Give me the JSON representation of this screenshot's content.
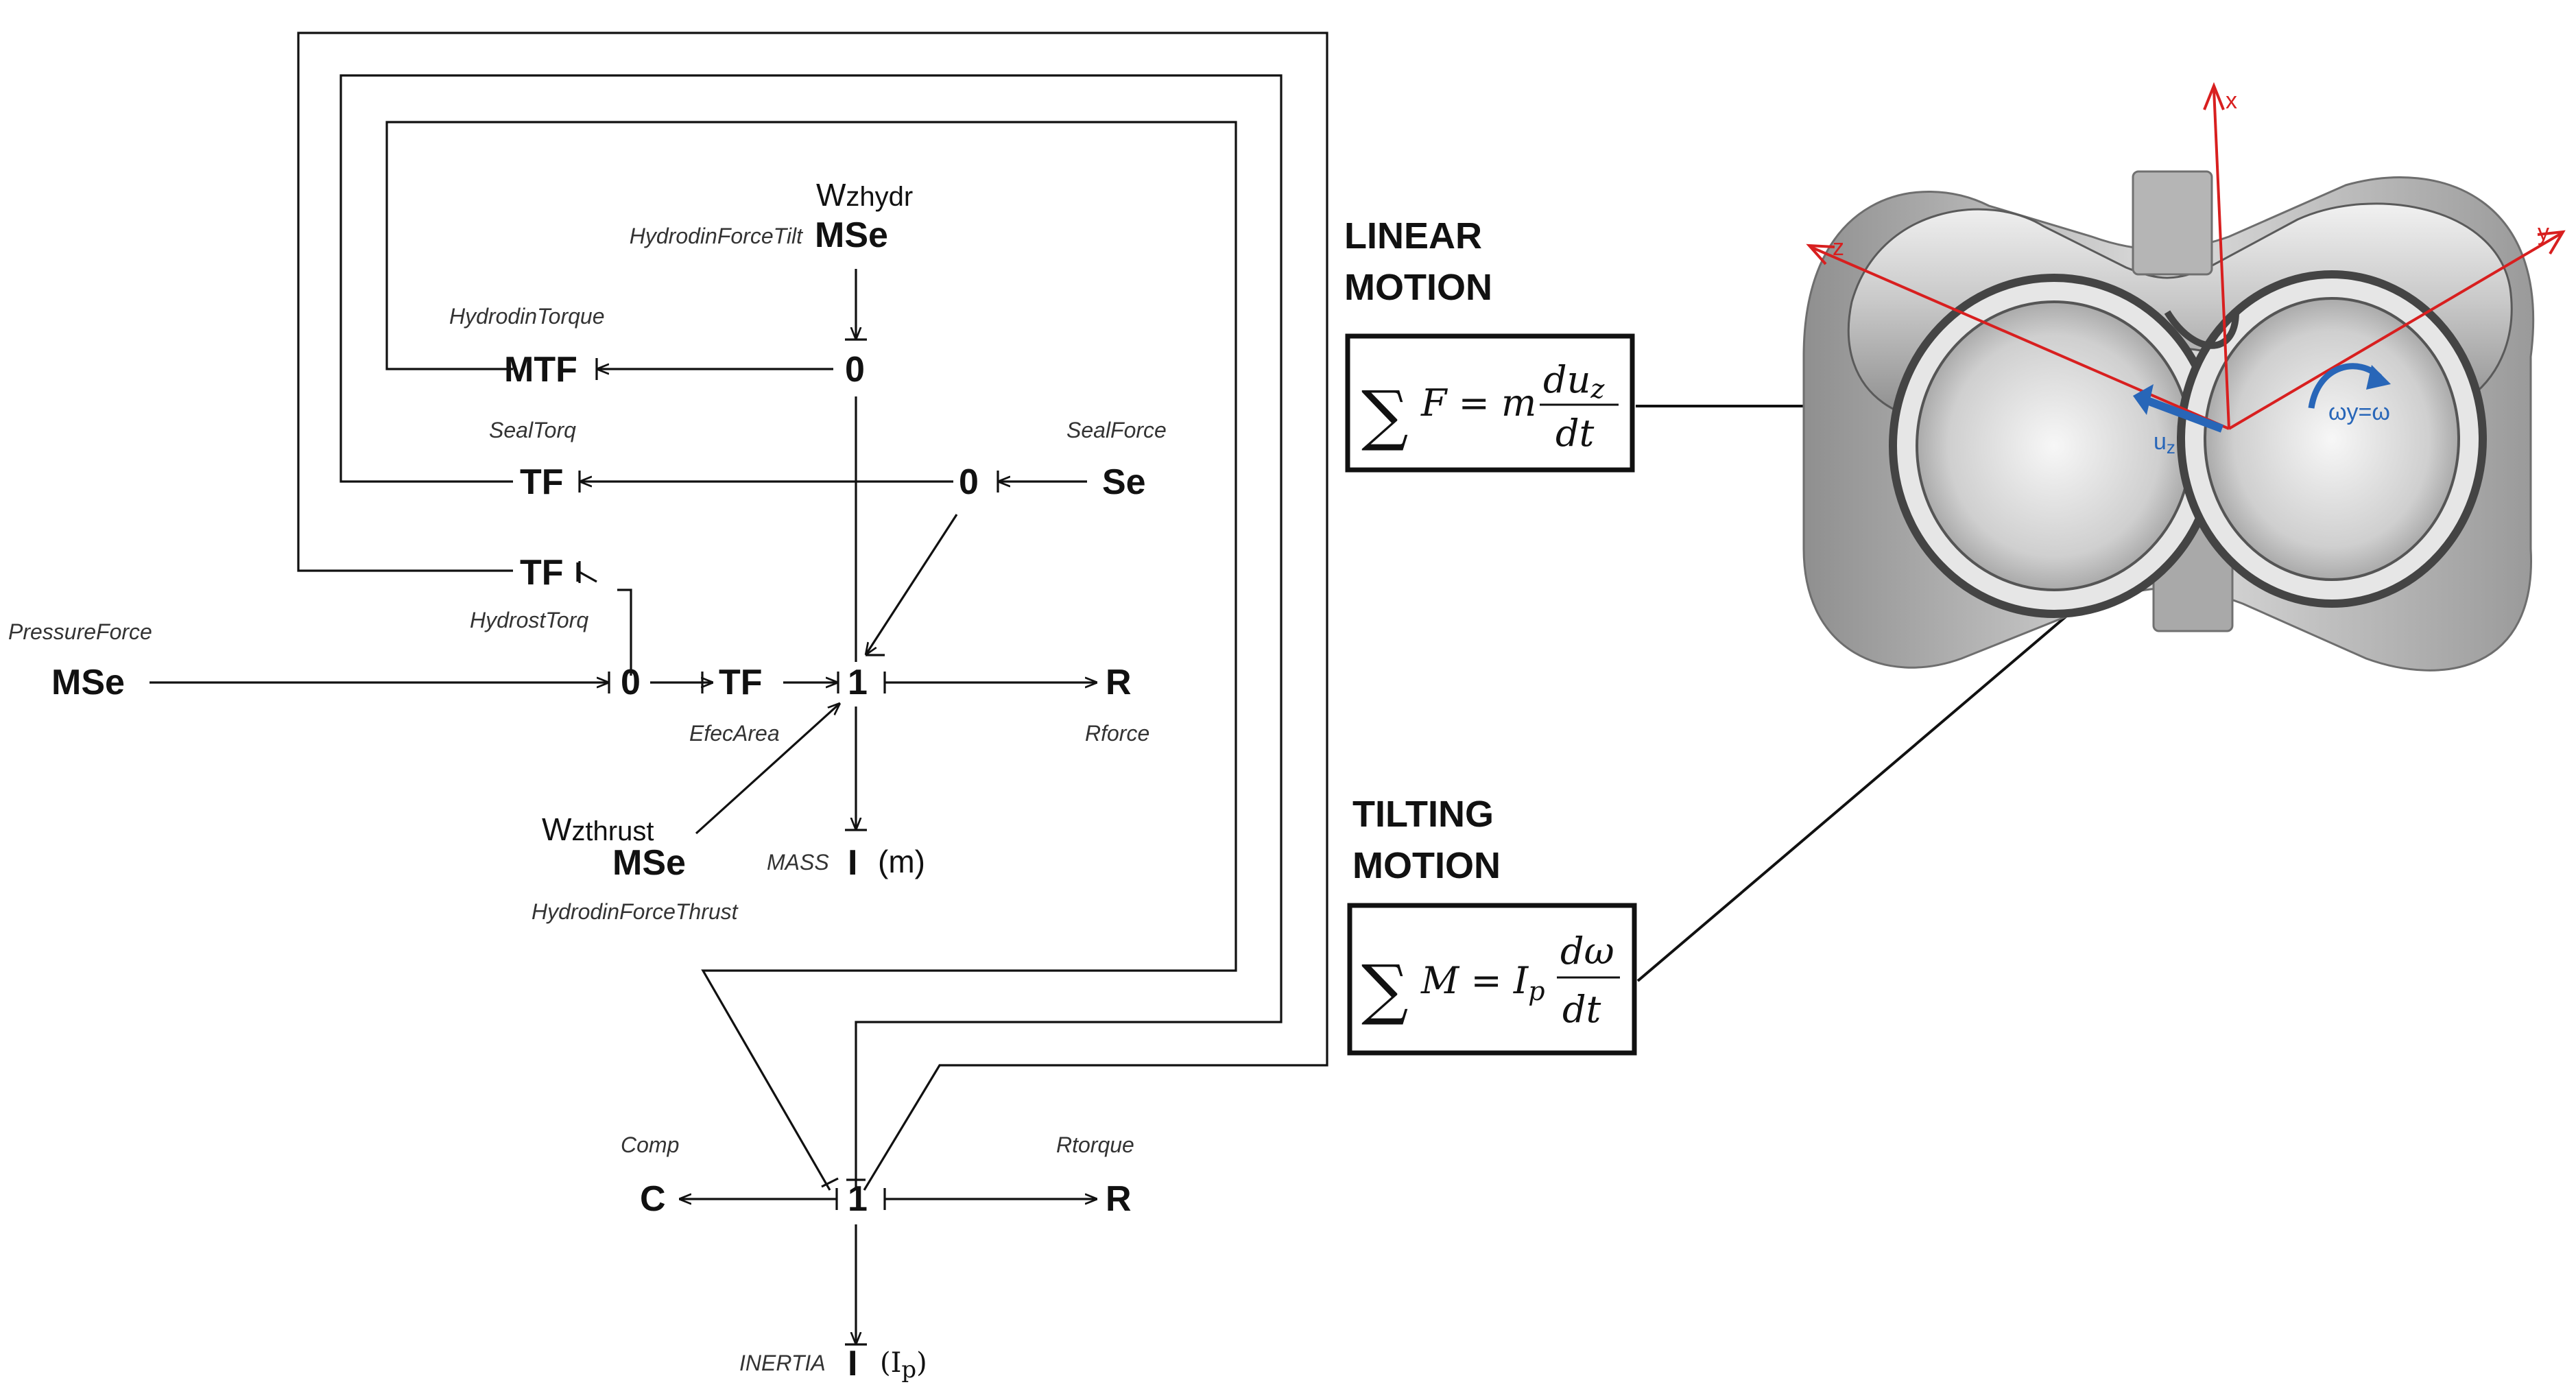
{
  "bond_graph": {
    "elements": {
      "mse_pressure": "MSe",
      "mse_tilt": "MSe",
      "mse_thrust": "MSe",
      "mtf": "MTF",
      "tf_seal": "TF",
      "tf_hydrost": "TF",
      "tf_efec": "TF",
      "se": "Se",
      "zero_top": "0",
      "zero_seal": "0",
      "zero_pressure": "0",
      "one_linear": "1",
      "one_tilt": "1",
      "r_force": "R",
      "r_torque": "R",
      "c_comp": "C",
      "i_mass": "I",
      "i_inertia": "I"
    },
    "labels": {
      "pressure_force": "PressureForce",
      "hydrodin_force_tilt": "HydrodinForceTilt",
      "hydrodin_torque": "HydrodinTorque",
      "seal_torq": "SealTorq",
      "seal_force": "SealForce",
      "hydrost_torq": "HydrostTorq",
      "efec_area": "EfecArea",
      "rforce": "Rforce",
      "hydrodin_force_thrust": "HydrodinForceThrust",
      "mass": "MASS",
      "comp": "Comp",
      "rtorque": "Rtorque",
      "inertia": "INERTIA"
    },
    "signals": {
      "wzhydr_main": "W",
      "wzhydr_sub": "zhydr",
      "wzthrust_main": "W",
      "wzthrust_sub": "zthrust",
      "mass_param": "(m)",
      "inertia_param_open": "(I",
      "inertia_param_sub": "p",
      "inertia_param_close": ")"
    }
  },
  "equations": {
    "linear_title_1": "LINEAR",
    "linear_title_2": "MOTION",
    "tilting_title_1": "TILTING",
    "tilting_title_2": "MOTION",
    "linear": {
      "lhs": "F = m",
      "num": "du",
      "num_sub": "z",
      "den": "dt"
    },
    "tilting": {
      "lhs": "M = I",
      "lhs_sub": "p",
      "num": "dω",
      "den": "dt"
    }
  },
  "bearing_figure": {
    "axis_x": "x",
    "axis_y": "y",
    "axis_z": "z",
    "u_main": "u",
    "u_sub": "z",
    "omega_label": "ωy=ω",
    "axis_color": "#d81f1f",
    "motion_color": "#2866b8"
  }
}
